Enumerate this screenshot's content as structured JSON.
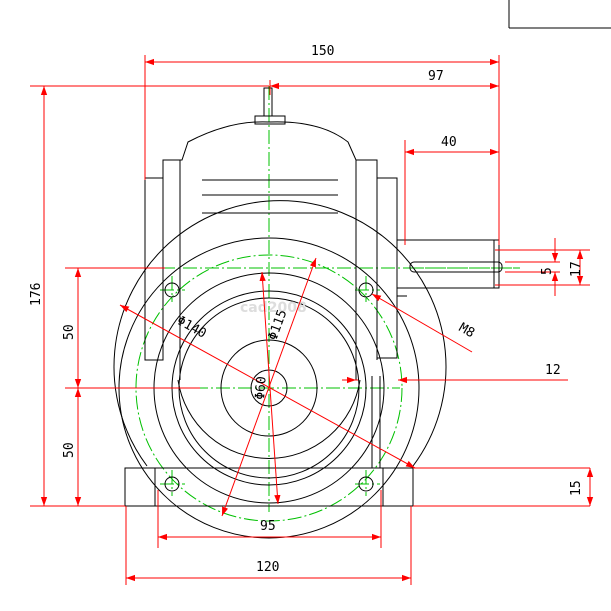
{
  "drawing": {
    "view": "front elevation",
    "watermark": "cad2008",
    "colors": {
      "outline": "#000000",
      "dimension": "#ff0000",
      "centerline": "#00c000",
      "background": "#ffffff"
    },
    "dimensions": {
      "overall_width": "150",
      "shaft_to_right": "97",
      "shaft_extension": "40",
      "overall_height": "176",
      "center_to_top_holes": "50",
      "base_to_center": "50",
      "key_width": "5",
      "shaft_diameter": "17",
      "base_thickness": "15",
      "hole_spacing": "95",
      "base_width": "120",
      "offset_12": "12",
      "bolt_circle": "Φ140",
      "pilot_diameter": "Φ115",
      "bore_diameter": "Φ60",
      "thread": "M8"
    }
  }
}
